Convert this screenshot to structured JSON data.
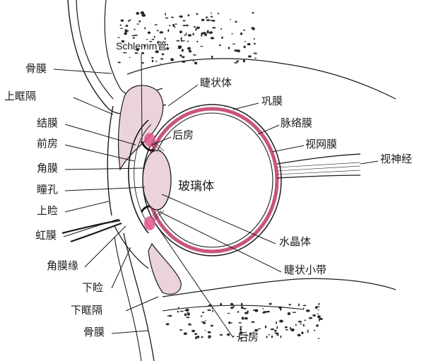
{
  "colors": {
    "line": "#1a1a1a",
    "lens_fill": "#ead3dd",
    "lid_fill": "#ead3dd",
    "choroid": "#c9547c",
    "pink_accent": "#e0568e",
    "bone_dots": "#2a2a2a"
  },
  "labels": {
    "schlemm": "Schlemm管",
    "ciliary_body": "睫状体",
    "sclera": "巩膜",
    "choroid": "脉络膜",
    "retina": "视网膜",
    "optic_nerve": "视神经",
    "posterior_chamber_top": "后房",
    "vitreous": "玻璃体",
    "lens": "水晶体",
    "zonule": "睫状小带",
    "posterior_chamber_bottom": "后房",
    "periosteum_top": "骨膜",
    "orbital_septum_upper": "上眶隔",
    "conjunctiva": "结膜",
    "anterior_chamber": "前房",
    "cornea": "角膜",
    "pupil": "瞳孔",
    "upper_lid": "上睑",
    "iris": "虹膜",
    "limbus": "角膜缘",
    "lower_lid": "下睑",
    "orbital_septum_lower": "下眶隔",
    "periosteum_bottom": "骨膜"
  }
}
